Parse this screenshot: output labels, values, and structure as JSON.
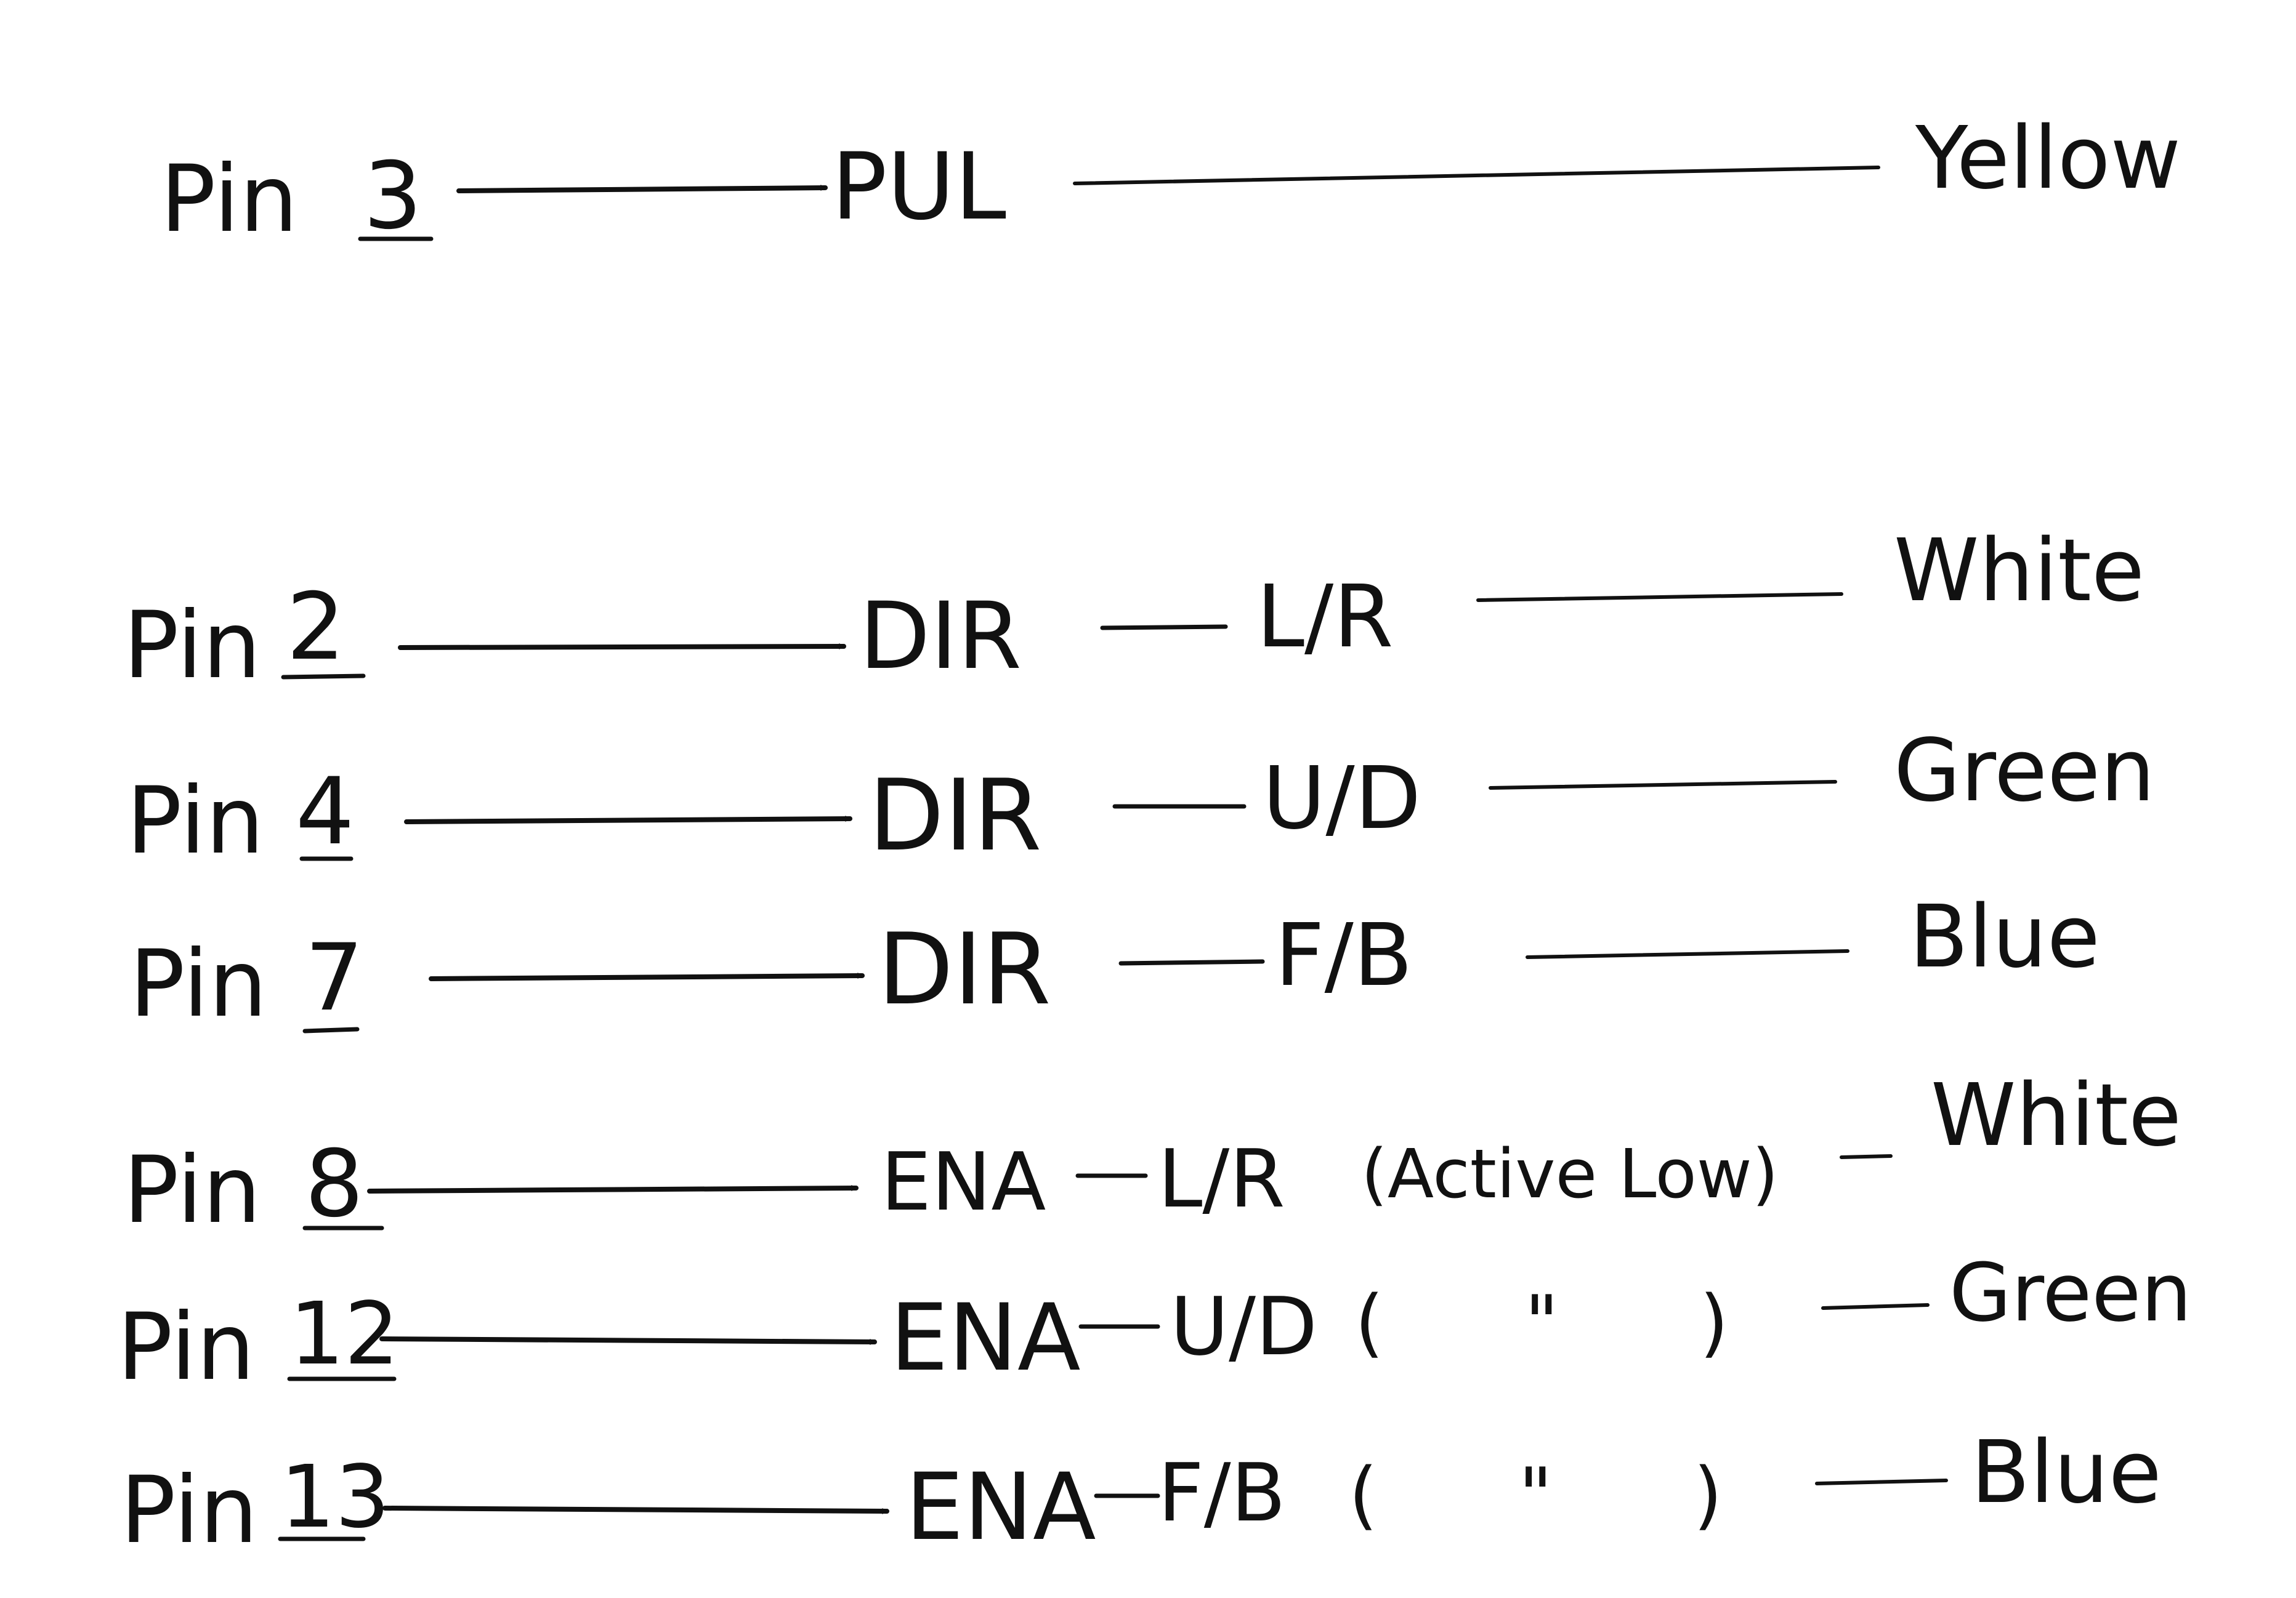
{
  "rows": [
    {
      "pin": "Pin",
      "num": "3",
      "signal": "PUL",
      "axis": "",
      "note": "",
      "wire": "Yellow"
    },
    {
      "pin": "Pin",
      "num": "2",
      "signal": "DIR",
      "axis": "L/R",
      "note": "",
      "wire": "White"
    },
    {
      "pin": "Pin",
      "num": "4",
      "signal": "DIR",
      "axis": "U/D",
      "note": "",
      "wire": "Green"
    },
    {
      "pin": "Pin",
      "num": "7",
      "signal": "DIR",
      "axis": "F/B",
      "note": "",
      "wire": "Blue"
    },
    {
      "pin": "Pin",
      "num": "8",
      "signal": "ENA",
      "axis": "L/R",
      "note": "(Active Low)",
      "wire": "White"
    },
    {
      "pin": "Pin",
      "num": "12",
      "signal": "ENA",
      "axis": "U/D",
      "note": "(      \"      )",
      "wire": "Green"
    },
    {
      "pin": "Pin",
      "num": "13",
      "signal": "ENA",
      "axis": "F/B",
      "note": "(      \"      )",
      "wire": "Blue"
    }
  ],
  "ink_color": "#111111"
}
